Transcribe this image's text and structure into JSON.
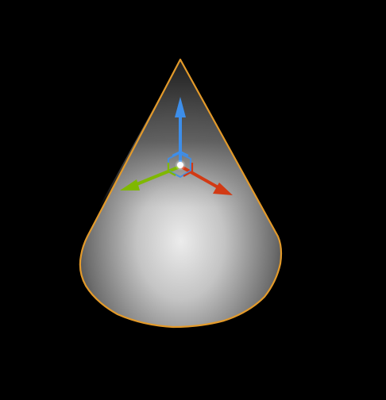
{
  "viewport": {
    "background": "#000000"
  },
  "object": {
    "shape": "cone",
    "selected": true,
    "outline_color": "#E39A2A",
    "surface_highlight": "#E6E6E6",
    "surface_shadow": "#3A3A3A"
  },
  "gizmo": {
    "type": "translate",
    "axes": [
      {
        "axis": "x",
        "color": "#D23A14"
      },
      {
        "axis": "y",
        "color": "#7FB800"
      },
      {
        "axis": "z",
        "color": "#3D8EEA"
      }
    ],
    "center_color": "#FFFFFF"
  }
}
